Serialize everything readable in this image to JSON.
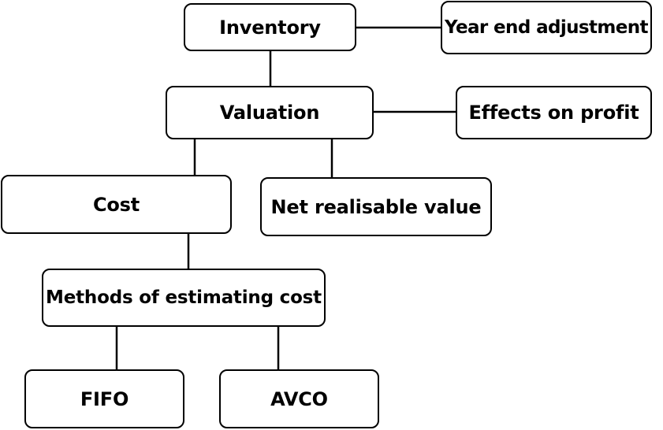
{
  "nodes": {
    "inventory": "Inventory",
    "year_end_adjustment": "Year end adjustment",
    "valuation": "Valuation",
    "effects_on_profit": "Effects on profit",
    "cost": "Cost",
    "net_realisable_value": "Net realisable value",
    "methods_of_estimating_cost": "Methods of estimating cost",
    "fifo": "FIFO",
    "avco": "AVCO"
  },
  "edges": [
    [
      "inventory",
      "year_end_adjustment"
    ],
    [
      "inventory",
      "valuation"
    ],
    [
      "valuation",
      "effects_on_profit"
    ],
    [
      "valuation",
      "cost"
    ],
    [
      "valuation",
      "net_realisable_value"
    ],
    [
      "cost",
      "methods_of_estimating_cost"
    ],
    [
      "methods_of_estimating_cost",
      "fifo"
    ],
    [
      "methods_of_estimating_cost",
      "avco"
    ]
  ],
  "colors": {
    "stroke": "#000000",
    "background": "#ffffff",
    "text": "#000000"
  }
}
